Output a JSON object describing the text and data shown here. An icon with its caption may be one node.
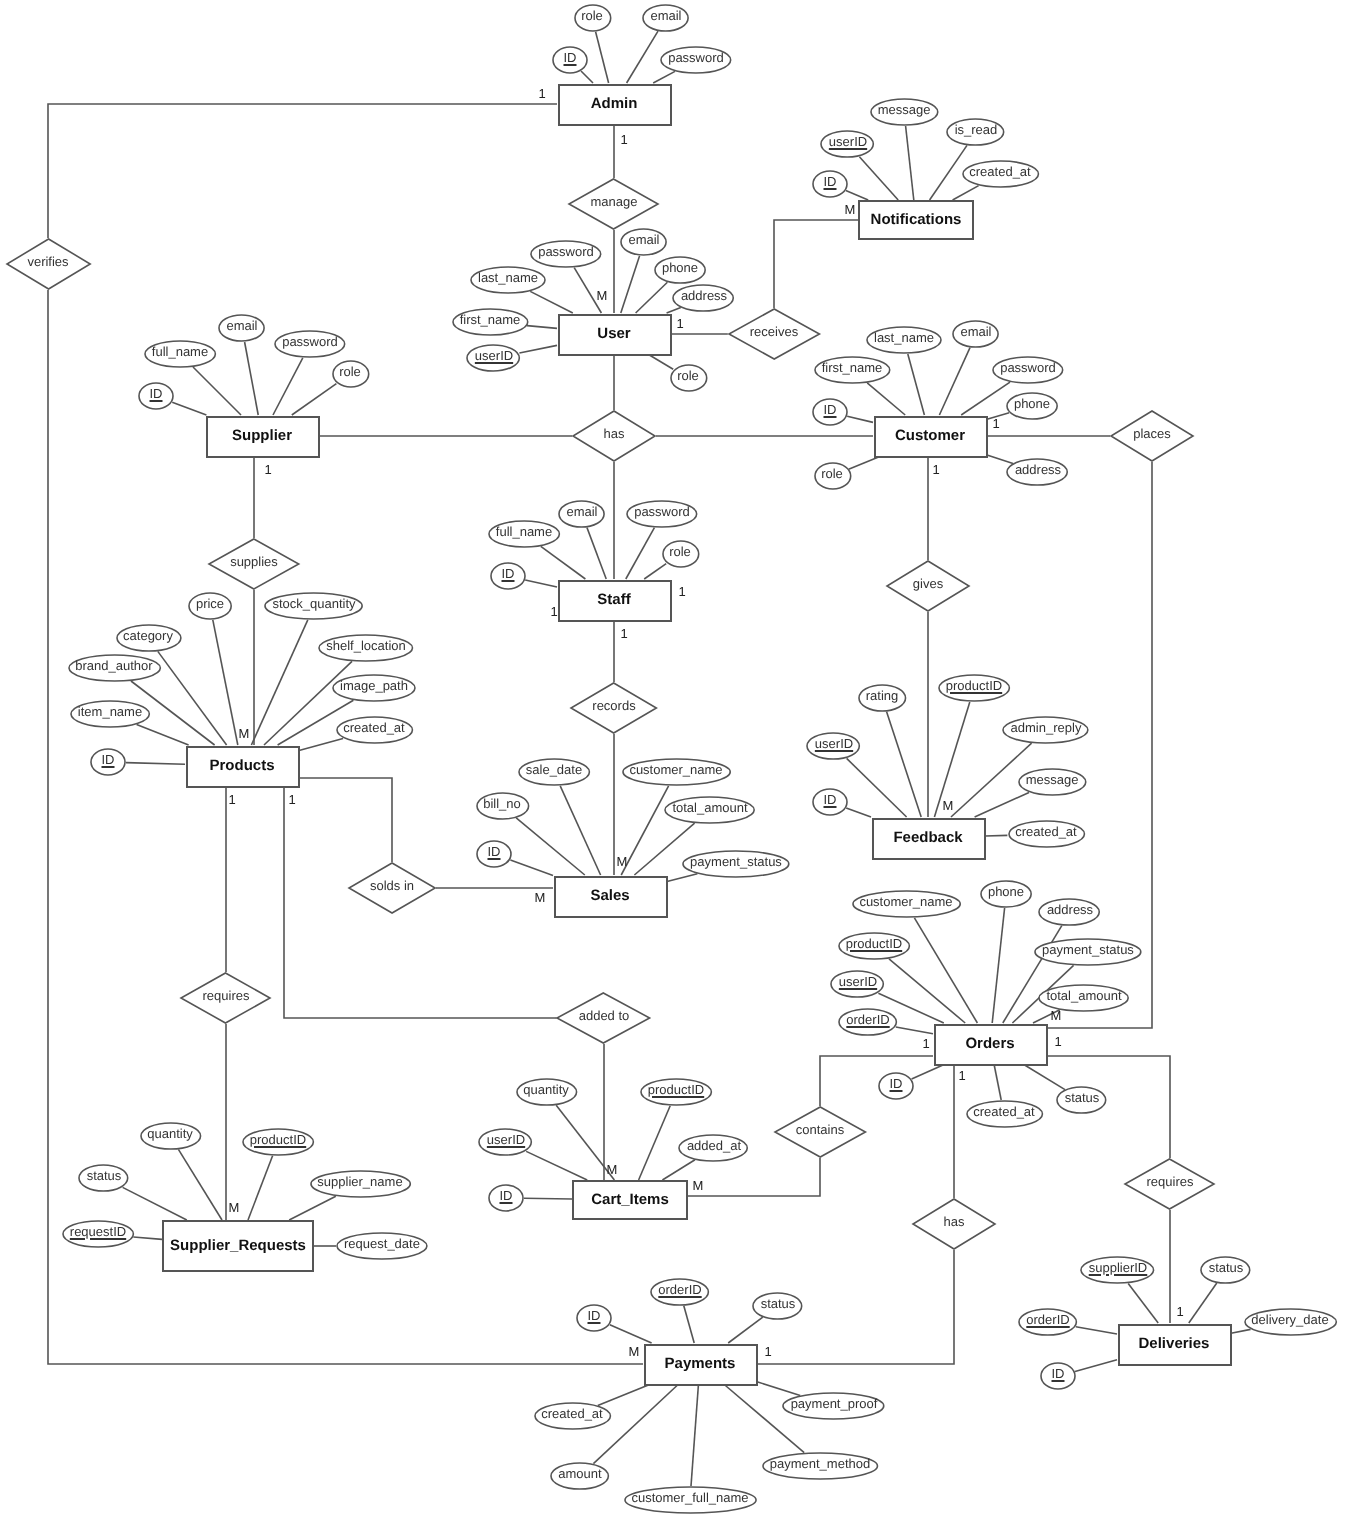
{
  "diagram": {
    "nodes": [
      {
        "text": [
          "Admin"
        ]
      },
      {
        "text": [
          "ID"
        ]
      },
      {
        "text": [
          "role"
        ]
      },
      {
        "text": [
          "email"
        ]
      },
      {
        "text": [
          "password"
        ]
      },
      {
        "text": [
          "manage"
        ]
      },
      {
        "text": [
          "verifies"
        ]
      },
      {
        "text": [
          "Notifications"
        ]
      },
      {
        "text": [
          "message"
        ]
      },
      {
        "text": [
          "userID"
        ]
      },
      {
        "text": [
          "is_read"
        ]
      },
      {
        "text": [
          "ID"
        ]
      },
      {
        "text": [
          "created_at"
        ]
      },
      {
        "text": [
          "User"
        ]
      },
      {
        "text": [
          "password"
        ]
      },
      {
        "text": [
          "email"
        ]
      },
      {
        "text": [
          "last_name"
        ]
      },
      {
        "text": [
          "phone"
        ]
      },
      {
        "text": [
          "first_name"
        ]
      },
      {
        "text": [
          "address"
        ]
      },
      {
        "text": [
          "userID"
        ]
      },
      {
        "text": [
          "role"
        ]
      },
      {
        "text": [
          "receives"
        ]
      },
      {
        "text": [
          "Supplier"
        ]
      },
      {
        "text": [
          "email"
        ]
      },
      {
        "text": [
          "full_name"
        ]
      },
      {
        "text": [
          "password"
        ]
      },
      {
        "text": [
          "role"
        ]
      },
      {
        "text": [
          "ID"
        ]
      },
      {
        "text": [
          "has"
        ]
      },
      {
        "text": [
          "Customer"
        ]
      },
      {
        "text": [
          "last_name"
        ]
      },
      {
        "text": [
          "email"
        ]
      },
      {
        "text": [
          "first_name"
        ]
      },
      {
        "text": [
          "password"
        ]
      },
      {
        "text": [
          "ID"
        ]
      },
      {
        "text": [
          "phone"
        ]
      },
      {
        "text": [
          "role"
        ]
      },
      {
        "text": [
          "address"
        ]
      },
      {
        "text": [
          "places"
        ]
      },
      {
        "text": [
          "supplies"
        ]
      },
      {
        "text": [
          "Staff"
        ]
      },
      {
        "text": [
          "email"
        ]
      },
      {
        "text": [
          "password"
        ]
      },
      {
        "text": [
          "full_name"
        ]
      },
      {
        "text": [
          "role"
        ]
      },
      {
        "text": [
          "ID"
        ]
      },
      {
        "text": [
          "gives"
        ]
      },
      {
        "text": [
          "Products"
        ]
      },
      {
        "text": [
          "price"
        ]
      },
      {
        "text": [
          "stock_quantity"
        ]
      },
      {
        "text": [
          "category"
        ]
      },
      {
        "text": [
          "shelf_location"
        ]
      },
      {
        "text": [
          "brand_author"
        ]
      },
      {
        "text": [
          "image_path"
        ]
      },
      {
        "text": [
          "item_name"
        ]
      },
      {
        "text": [
          "created_at"
        ]
      },
      {
        "text": [
          "ID"
        ]
      },
      {
        "text": [
          "records"
        ]
      },
      {
        "text": [
          "Feedback"
        ]
      },
      {
        "text": [
          "productID"
        ]
      },
      {
        "text": [
          "rating"
        ]
      },
      {
        "text": [
          "admin_reply"
        ]
      },
      {
        "text": [
          "userID"
        ]
      },
      {
        "text": [
          "message"
        ]
      },
      {
        "text": [
          "ID"
        ]
      },
      {
        "text": [
          "created_at"
        ]
      },
      {
        "text": [
          "solds in"
        ]
      },
      {
        "text": [
          "Sales"
        ]
      },
      {
        "text": [
          "sale_date"
        ]
      },
      {
        "text": [
          "customer_name"
        ]
      },
      {
        "text": [
          "bill_no"
        ]
      },
      {
        "text": [
          "total_amount"
        ]
      },
      {
        "text": [
          "ID"
        ]
      },
      {
        "text": [
          "payment_status"
        ]
      },
      {
        "text": [
          "Orders"
        ]
      },
      {
        "text": [
          "phone"
        ]
      },
      {
        "text": [
          "customer_name"
        ]
      },
      {
        "text": [
          "address"
        ]
      },
      {
        "text": [
          "productID"
        ]
      },
      {
        "text": [
          "payment_status"
        ]
      },
      {
        "text": [
          "userID"
        ]
      },
      {
        "text": [
          "total_amount"
        ]
      },
      {
        "text": [
          "orderID"
        ]
      },
      {
        "text": [
          "ID"
        ]
      },
      {
        "text": [
          "status"
        ]
      },
      {
        "text": [
          "created_at"
        ]
      },
      {
        "text": [
          "requires"
        ]
      },
      {
        "text": [
          "added to"
        ]
      },
      {
        "text": [
          "Cart_Items"
        ]
      },
      {
        "text": [
          "quantity"
        ]
      },
      {
        "text": [
          "productID"
        ]
      },
      {
        "text": [
          "userID"
        ]
      },
      {
        "text": [
          "added_at"
        ]
      },
      {
        "text": [
          "ID"
        ]
      },
      {
        "text": [
          "contains"
        ]
      },
      {
        "text": [
          "Supplier_Requests"
        ]
      },
      {
        "text": [
          "quantity"
        ]
      },
      {
        "text": [
          "productID"
        ]
      },
      {
        "text": [
          "status"
        ]
      },
      {
        "text": [
          "supplier_name"
        ]
      },
      {
        "text": [
          "requestID"
        ]
      },
      {
        "text": [
          "request_date"
        ]
      },
      {
        "text": [
          "requires"
        ]
      },
      {
        "text": [
          "has"
        ]
      },
      {
        "text": [
          "Deliveries"
        ]
      },
      {
        "text": [
          "supplierID"
        ]
      },
      {
        "text": [
          "status"
        ]
      },
      {
        "text": [
          "orderID"
        ]
      },
      {
        "text": [
          "delivery_date"
        ]
      },
      {
        "text": [
          "ID"
        ]
      },
      {
        "text": [
          "Payments"
        ]
      },
      {
        "text": [
          "orderID"
        ]
      },
      {
        "text": [
          "status"
        ]
      },
      {
        "text": [
          "ID"
        ]
      },
      {
        "text": [
          "created_at"
        ]
      },
      {
        "text": [
          "payment_proof"
        ]
      },
      {
        "text": [
          "amount"
        ]
      },
      {
        "text": [
          "payment_method"
        ]
      },
      {
        "text": [
          "customer_full_name"
        ]
      }
    ],
    "edges": [
      {
        "from": 0,
        "to": 1,
        "arrow": "none"
      },
      {
        "from": 0,
        "to": 2,
        "arrow": "none"
      },
      {
        "from": 0,
        "to": 3,
        "arrow": "none"
      },
      {
        "from": 0,
        "to": 4,
        "arrow": "none"
      },
      {
        "from": 7,
        "to": 8,
        "arrow": "none"
      },
      {
        "from": 7,
        "to": 9,
        "arrow": "none"
      },
      {
        "from": 7,
        "to": 10,
        "arrow": "none"
      },
      {
        "from": 7,
        "to": 11,
        "arrow": "none"
      },
      {
        "from": 7,
        "to": 12,
        "arrow": "none"
      },
      {
        "from": 13,
        "to": 14,
        "arrow": "none"
      },
      {
        "from": 13,
        "to": 15,
        "arrow": "none"
      },
      {
        "from": 13,
        "to": 16,
        "arrow": "none"
      },
      {
        "from": 13,
        "to": 17,
        "arrow": "none"
      },
      {
        "from": 13,
        "to": 18,
        "arrow": "none"
      },
      {
        "from": 13,
        "to": 19,
        "arrow": "none"
      },
      {
        "from": 13,
        "to": 20,
        "arrow": "none"
      },
      {
        "from": 13,
        "to": 21,
        "arrow": "none"
      },
      {
        "from": 23,
        "to": 24,
        "arrow": "none"
      },
      {
        "from": 23,
        "to": 25,
        "arrow": "none"
      },
      {
        "from": 23,
        "to": 26,
        "arrow": "none"
      },
      {
        "from": 23,
        "to": 27,
        "arrow": "none"
      },
      {
        "from": 23,
        "to": 28,
        "arrow": "none"
      },
      {
        "from": 30,
        "to": 31,
        "arrow": "none"
      },
      {
        "from": 30,
        "to": 32,
        "arrow": "none"
      },
      {
        "from": 30,
        "to": 33,
        "arrow": "none"
      },
      {
        "from": 30,
        "to": 34,
        "arrow": "none"
      },
      {
        "from": 30,
        "to": 35,
        "arrow": "none"
      },
      {
        "from": 30,
        "to": 36,
        "arrow": "none"
      },
      {
        "from": 30,
        "to": 37,
        "arrow": "none"
      },
      {
        "from": 30,
        "to": 38,
        "arrow": "none"
      },
      {
        "from": 41,
        "to": 42,
        "arrow": "none"
      },
      {
        "from": 41,
        "to": 43,
        "arrow": "none"
      },
      {
        "from": 41,
        "to": 44,
        "arrow": "none"
      },
      {
        "from": 41,
        "to": 45,
        "arrow": "none"
      },
      {
        "from": 41,
        "to": 46,
        "arrow": "none"
      },
      {
        "from": 48,
        "to": 49,
        "arrow": "none"
      },
      {
        "from": 48,
        "to": 50,
        "arrow": "none"
      },
      {
        "from": 48,
        "to": 51,
        "arrow": "none"
      },
      {
        "from": 48,
        "to": 52,
        "arrow": "none"
      },
      {
        "from": 48,
        "to": 53,
        "arrow": "none"
      },
      {
        "from": 48,
        "to": 54,
        "arrow": "none"
      },
      {
        "from": 48,
        "to": 55,
        "arrow": "none"
      },
      {
        "from": 48,
        "to": 56,
        "arrow": "none"
      },
      {
        "from": 48,
        "to": 57,
        "arrow": "none"
      },
      {
        "from": 59,
        "to": 60,
        "arrow": "none"
      },
      {
        "from": 59,
        "to": 61,
        "arrow": "none"
      },
      {
        "from": 59,
        "to": 62,
        "arrow": "none"
      },
      {
        "from": 59,
        "to": 63,
        "arrow": "none"
      },
      {
        "from": 59,
        "to": 64,
        "arrow": "none"
      },
      {
        "from": 59,
        "to": 65,
        "arrow": "none"
      },
      {
        "from": 59,
        "to": 66,
        "arrow": "none"
      },
      {
        "from": 68,
        "to": 69,
        "arrow": "none"
      },
      {
        "from": 68,
        "to": 70,
        "arrow": "none"
      },
      {
        "from": 68,
        "to": 71,
        "arrow": "none"
      },
      {
        "from": 68,
        "to": 72,
        "arrow": "none"
      },
      {
        "from": 68,
        "to": 73,
        "arrow": "none"
      },
      {
        "from": 68,
        "to": 74,
        "arrow": "none"
      },
      {
        "from": 75,
        "to": 76,
        "arrow": "none"
      },
      {
        "from": 75,
        "to": 77,
        "arrow": "none"
      },
      {
        "from": 75,
        "to": 78,
        "arrow": "none"
      },
      {
        "from": 75,
        "to": 79,
        "arrow": "none"
      },
      {
        "from": 75,
        "to": 80,
        "arrow": "none"
      },
      {
        "from": 75,
        "to": 81,
        "arrow": "none"
      },
      {
        "from": 75,
        "to": 82,
        "arrow": "none"
      },
      {
        "from": 75,
        "to": 83,
        "arrow": "none"
      },
      {
        "from": 75,
        "to": 84,
        "arrow": "none"
      },
      {
        "from": 75,
        "to": 85,
        "arrow": "none"
      },
      {
        "from": 75,
        "to": 86,
        "arrow": "none"
      },
      {
        "from": 89,
        "to": 90,
        "arrow": "none"
      },
      {
        "from": 89,
        "to": 91,
        "arrow": "none"
      },
      {
        "from": 89,
        "to": 92,
        "arrow": "none"
      },
      {
        "from": 89,
        "to": 93,
        "arrow": "none"
      },
      {
        "from": 89,
        "to": 94,
        "arrow": "none"
      },
      {
        "from": 96,
        "to": 97,
        "arrow": "none"
      },
      {
        "from": 96,
        "to": 98,
        "arrow": "none"
      },
      {
        "from": 96,
        "to": 99,
        "arrow": "none"
      },
      {
        "from": 96,
        "to": 100,
        "arrow": "none"
      },
      {
        "from": 96,
        "to": 101,
        "arrow": "none"
      },
      {
        "from": 96,
        "to": 102,
        "arrow": "none"
      },
      {
        "from": 105,
        "to": 106,
        "arrow": "none"
      },
      {
        "from": 105,
        "to": 107,
        "arrow": "none"
      },
      {
        "from": 105,
        "to": 108,
        "arrow": "none"
      },
      {
        "from": 105,
        "to": 109,
        "arrow": "none"
      },
      {
        "from": 105,
        "to": 110,
        "arrow": "none"
      },
      {
        "from": 111,
        "to": 112,
        "arrow": "none"
      },
      {
        "from": 111,
        "to": 113,
        "arrow": "none"
      },
      {
        "from": 111,
        "to": 114,
        "arrow": "none"
      },
      {
        "from": 111,
        "to": 115,
        "arrow": "none"
      },
      {
        "from": 111,
        "to": 116,
        "arrow": "none"
      },
      {
        "from": 111,
        "to": 117,
        "arrow": "none"
      },
      {
        "from": 111,
        "to": 118,
        "arrow": "none"
      },
      {
        "from": 111,
        "to": 119,
        "arrow": "none"
      },
      {
        "from": 0,
        "to": 5,
        "arrow": "none",
        "label": "1"
      },
      {
        "from": 5,
        "to": 13,
        "arrow": "none",
        "label": "M"
      },
      {
        "from": 0,
        "to": 6,
        "arrow": "none",
        "label": "1"
      },
      {
        "from": 6,
        "to": 111,
        "arrow": "none",
        "label": "M"
      },
      {
        "from": 13,
        "to": 22,
        "arrow": "none",
        "label": "1"
      },
      {
        "from": 22,
        "to": 7,
        "arrow": "none",
        "label": "M"
      },
      {
        "from": 13,
        "to": 29,
        "arrow": "none"
      },
      {
        "from": 29,
        "to": 23,
        "arrow": "none"
      },
      {
        "from": 29,
        "to": 30,
        "arrow": "none"
      },
      {
        "from": 29,
        "to": 41,
        "arrow": "none"
      },
      {
        "from": 23,
        "to": 40,
        "arrow": "none",
        "label": "1"
      },
      {
        "from": 40,
        "to": 48,
        "arrow": "none",
        "label": "M"
      },
      {
        "from": 30,
        "to": 39,
        "arrow": "none",
        "label": "1"
      },
      {
        "from": 39,
        "to": 75,
        "arrow": "none",
        "label": "M"
      },
      {
        "from": 30,
        "to": 47,
        "arrow": "none",
        "label": "1"
      },
      {
        "from": 47,
        "to": 59,
        "arrow": "none",
        "label": "M"
      },
      {
        "from": 41,
        "to": 58,
        "arrow": "none",
        "label": "1"
      },
      {
        "from": 58,
        "to": 68,
        "arrow": "none",
        "label": "M"
      },
      {
        "from": 48,
        "to": 67,
        "arrow": "none"
      },
      {
        "from": 67,
        "to": 68,
        "arrow": "none",
        "label": "M"
      },
      {
        "from": 48,
        "to": 87,
        "arrow": "none",
        "label": "1"
      },
      {
        "from": 87,
        "to": 96,
        "arrow": "none",
        "label": "M"
      },
      {
        "from": 48,
        "to": 88,
        "arrow": "none",
        "label": "1"
      },
      {
        "from": 88,
        "to": 89,
        "arrow": "none",
        "label": "M"
      },
      {
        "from": 75,
        "to": 95,
        "arrow": "none",
        "label": "1"
      },
      {
        "from": 95,
        "to": 89,
        "arrow": "none",
        "label": "M"
      },
      {
        "from": 75,
        "to": 104,
        "arrow": "none",
        "label": "1"
      },
      {
        "from": 104,
        "to": 111,
        "arrow": "none",
        "label": "1"
      },
      {
        "from": 75,
        "to": 103,
        "arrow": "none",
        "label": "1"
      },
      {
        "from": 103,
        "to": 105,
        "arrow": "none",
        "label": "1"
      }
    ],
    "labels": [
      "1",
      "1"
    ]
  }
}
